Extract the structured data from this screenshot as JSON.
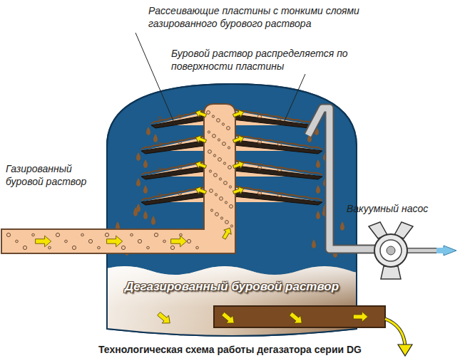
{
  "diagram": {
    "caption": "Технологическая схема работы дегазатора серии DG",
    "labels": [
      "Рассеивающие пластины с тонкими слоями газированного бурового раствора",
      "Буровой раствор распределяется по поверхности пластины",
      "Газированный буровой раствор",
      "Вакуумный насос",
      "Дегазированный буровой раствор"
    ]
  }
}
